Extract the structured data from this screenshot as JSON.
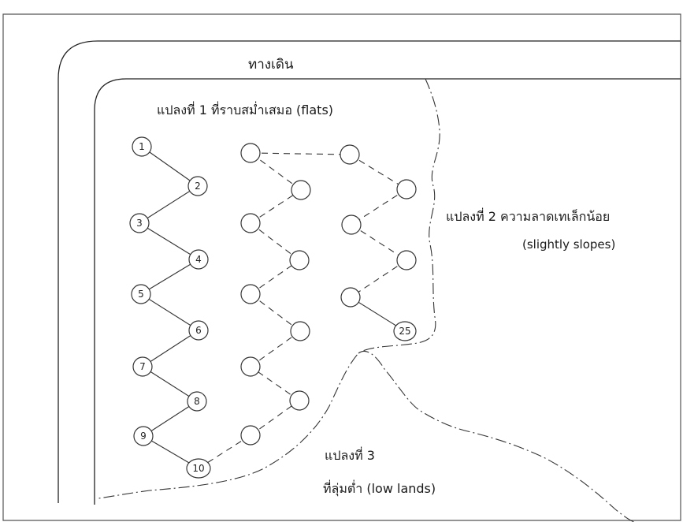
{
  "walkway_label": "ทางเดิน",
  "plot_1": {
    "label": "แปลงที่ 1 ที่ราบสม่ำเสมอ (flats)"
  },
  "plot_2": {
    "label_th": "แปลงที่ 2 ความลาดเทเล็กน้อย",
    "label_en": "(slightly slopes)"
  },
  "plot_3": {
    "label_th": "แปลงที่ 3",
    "label_en": "ที่ลุ่มต่ำ (low lands)"
  },
  "numbered_points": [
    "1",
    "2",
    "3",
    "4",
    "5",
    "6",
    "7",
    "8",
    "9",
    "10",
    "25"
  ]
}
